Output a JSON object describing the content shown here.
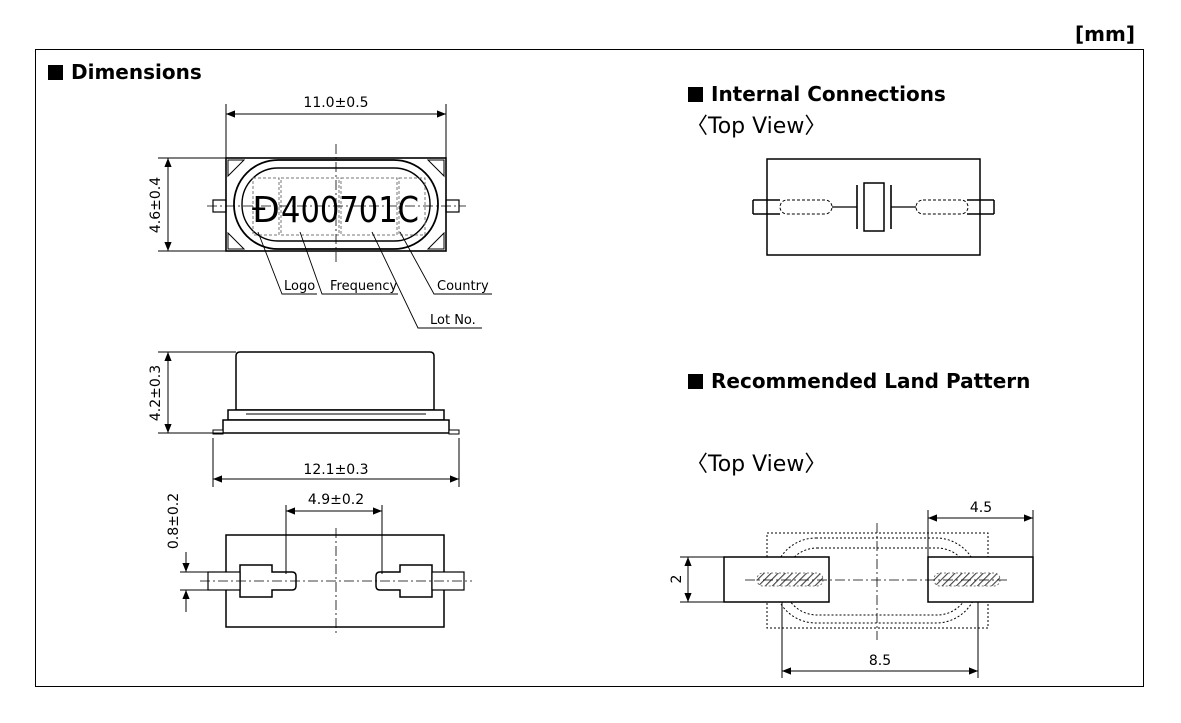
{
  "unit_label": "[mm]",
  "sections": {
    "dimensions": {
      "title": "Dimensions"
    },
    "internal_connections": {
      "title": "Internal Connections",
      "subtitle": "〈Top View〉"
    },
    "land_pattern": {
      "title": "Recommended Land Pattern",
      "subtitle": "〈Top View〉"
    }
  },
  "marking": {
    "logo_glyph": "Đ",
    "text": "400701C",
    "labels": {
      "logo": "Logo",
      "frequency": "Frequency",
      "country": "Country",
      "lot": "Lot No."
    }
  },
  "dimensions": {
    "length": "11.0±0.5",
    "width": "4.6±0.4",
    "height": "4.2±0.3",
    "overall_length": "12.1±0.3",
    "lead_spacing": "4.9±0.2",
    "lead_width": "0.8±0.2"
  },
  "land_pattern": {
    "pad_length": "4.5",
    "pad_width": "2",
    "pad_span": "8.5"
  }
}
